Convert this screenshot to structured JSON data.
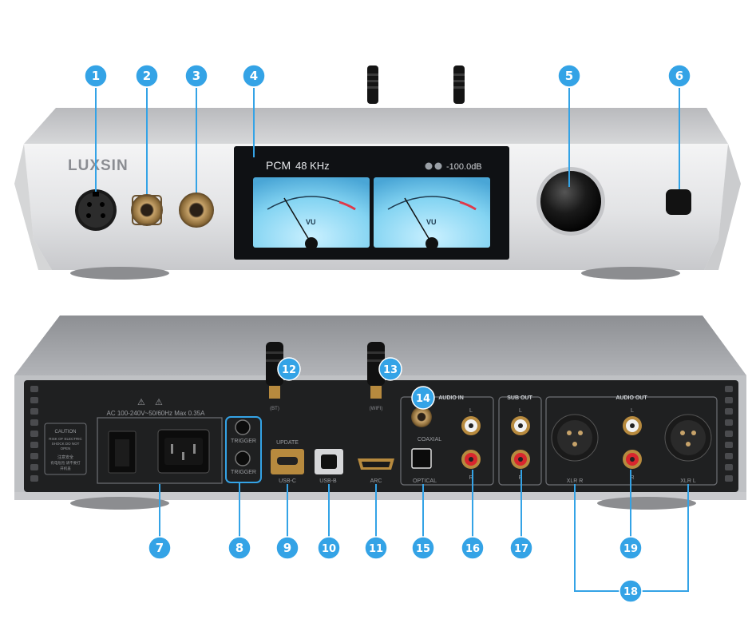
{
  "brand": "LUXSIN",
  "front_display": {
    "format": "PCM",
    "rate": "48 KHz",
    "volume": "-100.0dB",
    "meter_label": "VU"
  },
  "rear_labels": {
    "ac_spec": "AC 100-240V~50/60Hz Max 0.35A",
    "caution_title": "CAUTION",
    "caution_text": [
      "RISK OF ELECTRIC",
      "SHOCK DO NOT",
      "OPEN"
    ],
    "caution_cn": [
      "注意安全",
      "有电危险 请不要打",
      "开机盖"
    ],
    "trigger_top": "TRIGGER",
    "trigger_bottom": "TRIGGER",
    "update": "UPDATE",
    "usb_c": "USB-C",
    "usb_b": "USB-B",
    "arc": "ARC",
    "coaxial": "COAXIAL",
    "optical": "OPTICAL",
    "audio_in": "AUDIO IN",
    "sub_out": "SUB OUT",
    "audio_out": "AUDIO OUT",
    "left": "L",
    "right": "R",
    "xlr_r": "XLR R",
    "xlr_l": "XLR L",
    "bt_antenna": "(BT)",
    "wifi_antenna": "(WIFI)"
  },
  "callouts": {
    "front": [
      "1",
      "2",
      "3",
      "4",
      "5",
      "6"
    ],
    "rear_antenna": [
      "12",
      "13"
    ],
    "rear_input": "14",
    "rear_bottom": [
      "7",
      "8",
      "9",
      "10",
      "11",
      "15",
      "16",
      "17",
      "19"
    ],
    "rear_xlr_pair": "18"
  },
  "colors": {
    "callout_fill": "#34a3e6",
    "callout_text": "#ffffff",
    "chassis": "#d9dadc",
    "display_bg": "#0f1114",
    "meter_face": "#7fd0f0",
    "rca_red": "#d8262e",
    "rca_white": "#f2f2f2"
  }
}
